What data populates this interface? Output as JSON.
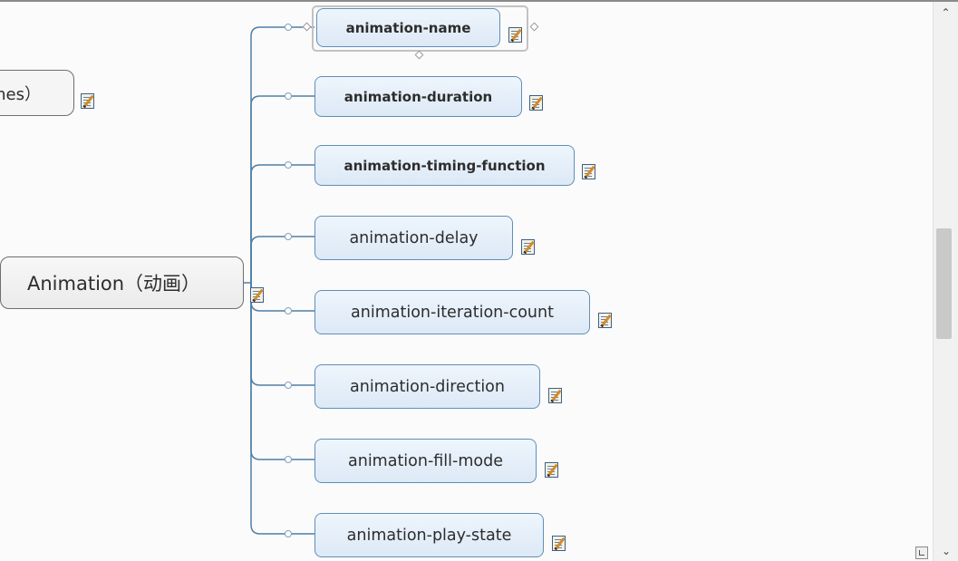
{
  "root": {
    "label": "Animation（动画）"
  },
  "left_partial_node": {
    "label": "mes）"
  },
  "children": [
    {
      "label": "animation-name",
      "selected": true
    },
    {
      "label": "animation-duration"
    },
    {
      "label": "animation-timing-function"
    },
    {
      "label": "animation-delay"
    },
    {
      "label": "animation-iteration-count"
    },
    {
      "label": "animation-direction"
    },
    {
      "label": "animation-fill-mode"
    },
    {
      "label": "animation-play-state"
    }
  ],
  "colors": {
    "connector": "#4f7fa6",
    "node_border": "#5f8fb8",
    "node_fill": "#e6eff9",
    "root_border": "#6e6e6e"
  },
  "icons": {
    "note": "note-pencil-icon",
    "collapse": "chevron-up-icon"
  }
}
